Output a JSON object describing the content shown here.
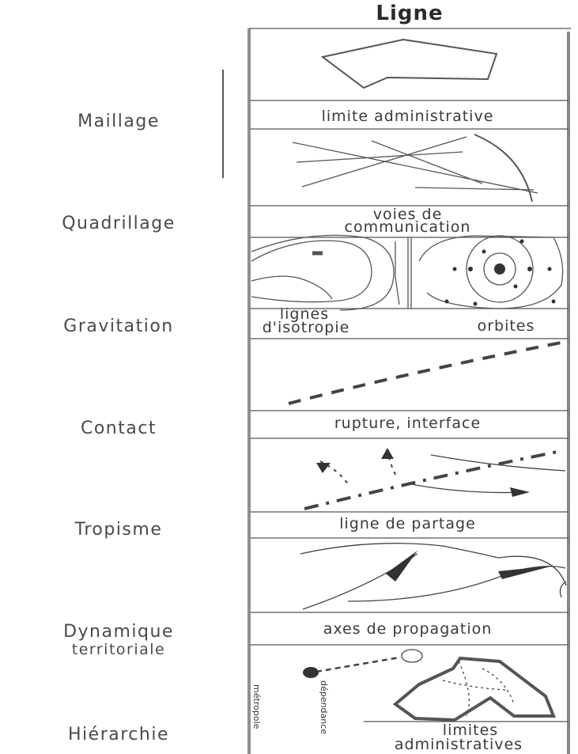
{
  "column_header": "Ligne",
  "rows": [
    {
      "label": "Maillage",
      "caption": "limite administrative"
    },
    {
      "label": "Quadrillage",
      "caption_lines": [
        "voies de",
        "communication"
      ]
    },
    {
      "label": "Gravitation",
      "caption_left_lines": [
        "lignes",
        "d'isotropie"
      ],
      "caption_right": "orbites"
    },
    {
      "label": "Contact",
      "caption": "rupture, interface"
    },
    {
      "label": "Tropisme",
      "caption": "ligne de partage"
    },
    {
      "label_lines": [
        "Dynamique",
        "territoriale"
      ],
      "caption": "axes de propagation"
    },
    {
      "label": "Hiérarchie",
      "caption_lines": [
        "limites",
        "administratives"
      ],
      "side_labels": [
        "métropole",
        "dépendance"
      ]
    }
  ]
}
